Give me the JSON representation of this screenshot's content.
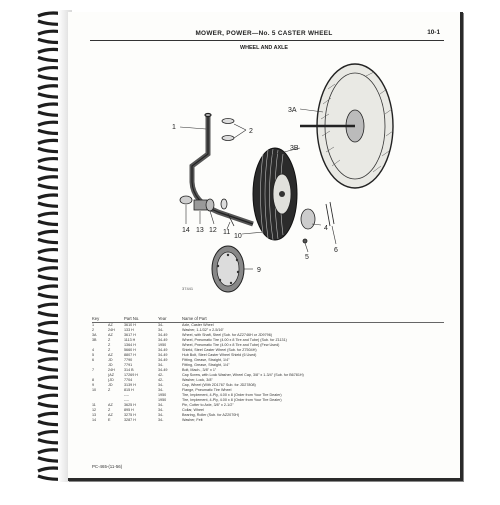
{
  "header": {
    "title": "MOWER, POWER—No. 5 CASTER WHEEL",
    "page_number": "10-1",
    "section_title": "WHEEL AND AXLE"
  },
  "callouts": [
    "1",
    "2",
    "3A",
    "3B",
    "4",
    "5",
    "6",
    "9",
    "10",
    "11",
    "12",
    "13",
    "14"
  ],
  "diagram_small_label": "37441",
  "parts_table": {
    "columns": [
      "Key",
      "",
      "Part No.",
      "Year",
      "Name of Part"
    ],
    "rows": [
      [
        "1",
        "AZ",
        "3610 H",
        "34-",
        "Axle, Caster Wheel"
      ],
      [
        "2",
        "24H",
        "133 H",
        "34-",
        "Washer, 1-1/32\" x 2-5/16\""
      ],
      [
        "3A",
        "AZ",
        "3617 H",
        "34-49",
        "Wheel, with Shaft, Steel (Sub. for AZ2746H or JD9796)"
      ],
      [
        "3B",
        "Z",
        "1113 H",
        "34-49",
        "Wheel, Pneumatic Tire (4.00 x 8 Tire and Tube) (Sub. for Z1131)"
      ],
      [
        "",
        "Z",
        "1364 H",
        "1950",
        "Wheel, Pneumatic Tire (4.00 x 8 Tire and Tube) (Few Used)"
      ],
      [
        "4",
        "Z",
        "5660 H",
        "34-49",
        "Shield, Steel Caster Wheel (Sub. for Z7504H)"
      ],
      [
        "5",
        "AZ",
        "8807 H",
        "34-49",
        "Hub Bolt, Steel Caster Wheel Shield (6 Used)"
      ],
      [
        "6",
        "JD",
        "7790",
        "34-49",
        "Fitting, Grease, Straight, 1/4\""
      ],
      [
        "",
        "JD",
        "7791",
        "34-",
        "Fitting, Grease, Straight, 1/4\""
      ],
      [
        "7",
        "24H",
        "314 B",
        "34-49",
        "Bolt, Mach., 3/8\" x 1\""
      ],
      [
        "",
        "(AZ",
        "17269 H",
        "42-",
        "Cap Screw, with Lock Washer, Wheel Cap, 3/8\" x 1-3/4\" (Sub. for B6781H)"
      ],
      [
        "8",
        "(JD",
        "7704",
        "42-",
        "Washer, Lock, 3/8\""
      ],
      [
        "9",
        "JD",
        "3139 H",
        "34-",
        "Cap, Wheel (With 2D1767 Sub. for JD27808)"
      ],
      [
        "10",
        "Z",
        "815 H",
        "34-",
        "Flange, Pneumatic Tire Wheel"
      ],
      [
        "",
        "",
        "----",
        "1950",
        "Tire, Implement, 4-Ply, 4.00 x 8 (Order from Your Tire Dealer)"
      ],
      [
        "",
        "",
        "----",
        "1950",
        "Tire, Implement, 4-Ply, 4.00 x 8 (Order from Your Tire Dealer)"
      ],
      [
        "11",
        "AZ",
        "3625 H",
        "34-",
        "Pin, Cotter to Axle, 3/8\" x 2-1/2\""
      ],
      [
        "12",
        "Z",
        "895 H",
        "34-",
        "Collar, Wheel"
      ],
      [
        "13",
        "AZ",
        "3275 H",
        "34-",
        "Bearing, Roller (Sub. for AZ2070H)"
      ],
      [
        "14",
        "E",
        "3287 H",
        "34-",
        "Washer, Felt"
      ]
    ]
  },
  "footer": {
    "code": "PC-465-(11-56)"
  }
}
